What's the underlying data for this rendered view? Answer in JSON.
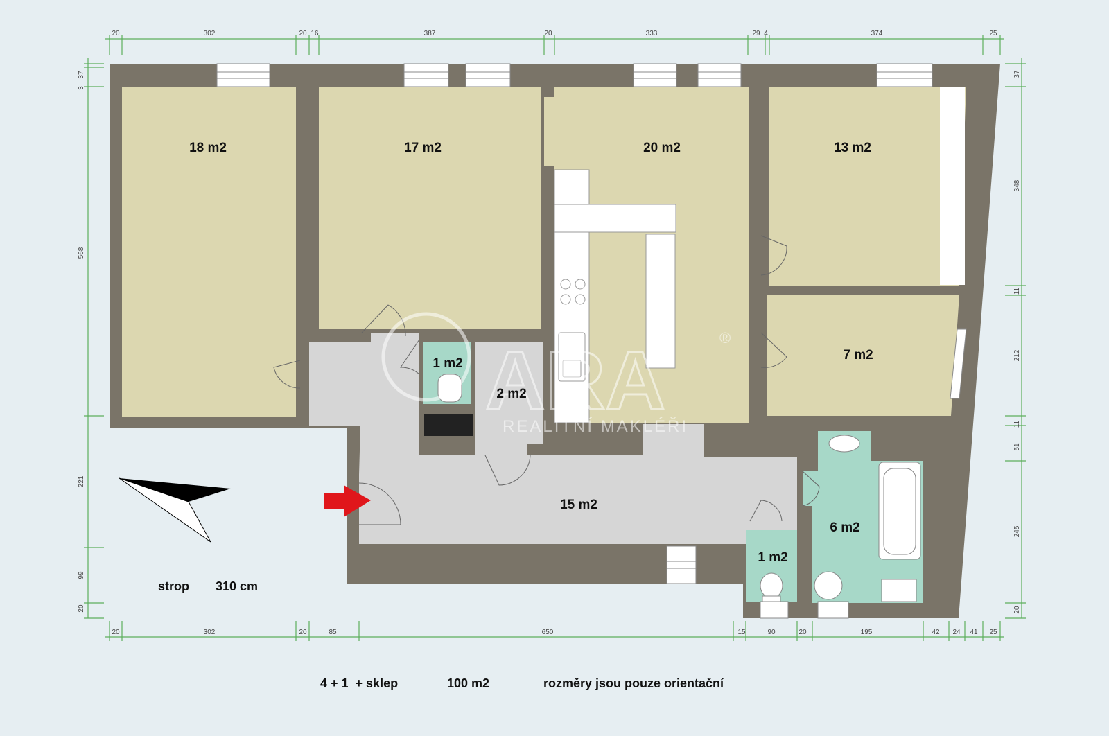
{
  "rooms": [
    {
      "id": "room-18",
      "label": "18 m2"
    },
    {
      "id": "room-17",
      "label": "17 m2"
    },
    {
      "id": "room-20",
      "label": "20 m2"
    },
    {
      "id": "room-13",
      "label": "13 m2"
    },
    {
      "id": "room-7",
      "label": "7 m2"
    },
    {
      "id": "wc-1a",
      "label": "1 m2"
    },
    {
      "id": "storage-2",
      "label": "2 m2"
    },
    {
      "id": "hall-15",
      "label": "15 m2"
    },
    {
      "id": "bathroom-6",
      "label": "6 m2"
    },
    {
      "id": "wc-1b",
      "label": "1 m2"
    }
  ],
  "ceiling": {
    "label": "strop",
    "value": "310 cm"
  },
  "footer": {
    "layout": "4 + 1  + sklep",
    "area": "100 m2",
    "note": "rozměry jsou pouze orientační"
  },
  "watermark": {
    "brand": "ARA",
    "registered": "®",
    "tagline": "REALITNÍ MAKLÉŘI"
  },
  "dimensions": {
    "top": [
      "20",
      "302",
      "20",
      "16",
      "387",
      "20",
      "333",
      "29",
      "4",
      "374",
      "25"
    ],
    "bottom": [
      "20",
      "302",
      "20",
      "85",
      "650",
      "15",
      "90",
      "20",
      "195",
      "42",
      "24",
      "41",
      "25"
    ],
    "left": [
      "3",
      "37",
      "568",
      "221",
      "99",
      "20"
    ],
    "right": [
      "37",
      "348",
      "11",
      "212",
      "11",
      "51",
      "245",
      "20"
    ]
  },
  "colors": {
    "wall": "#7a7468",
    "room": "#dcd7b0",
    "hall": "#d6d6d6",
    "wet": "#a7d8c8",
    "dimension": "#5cae5c",
    "arrow": "#e0161b",
    "background": "#e6eef2"
  }
}
